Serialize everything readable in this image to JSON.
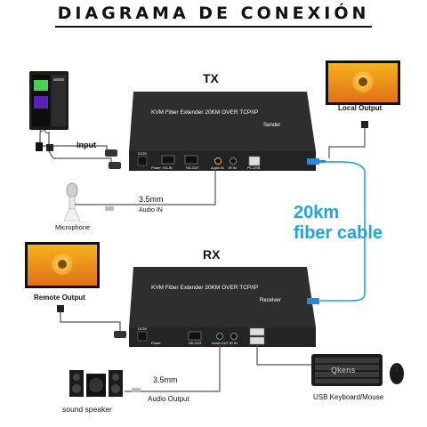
{
  "title": "DIAGRAMA DE CONEXIÓN",
  "sections": {
    "tx": "TX",
    "rx": "RX"
  },
  "tx_device": {
    "model": "KVM Fiber Extender 20KM OVER TCP/IP",
    "role": "Sender",
    "ports": [
      "DC5V",
      "Power",
      "HD-IN",
      "HD-OUT",
      "Audio IN",
      "IR IN",
      "PC-USB"
    ]
  },
  "rx_device": {
    "model": "KVM Fiber Extender 20KM OVER TCP/IP",
    "role": "Receiver",
    "ports": [
      "DC5V",
      "Power",
      "HD-OUT",
      "Audio OUT",
      "IR IN"
    ]
  },
  "labels": {
    "pc": "PC",
    "input": "Input",
    "local_output": "Local Output",
    "mic_cable": "3.5mm",
    "audio_in": "Audio IN",
    "microphone": "Microphone",
    "fiber_line1": "20km",
    "fiber_line2": "fiber cable",
    "remote_output": "Remote Output",
    "speaker_cable": "3.5mm",
    "audio_output": "Audio Output",
    "sound_speaker": "sound speaker",
    "usb_peripherals": "USB Keyboard/Mouse",
    "keyboard_brand": "Qkens"
  },
  "colors": {
    "fiber": "#22a3dd",
    "device": "#2b2b2b",
    "wire": "#555555"
  }
}
